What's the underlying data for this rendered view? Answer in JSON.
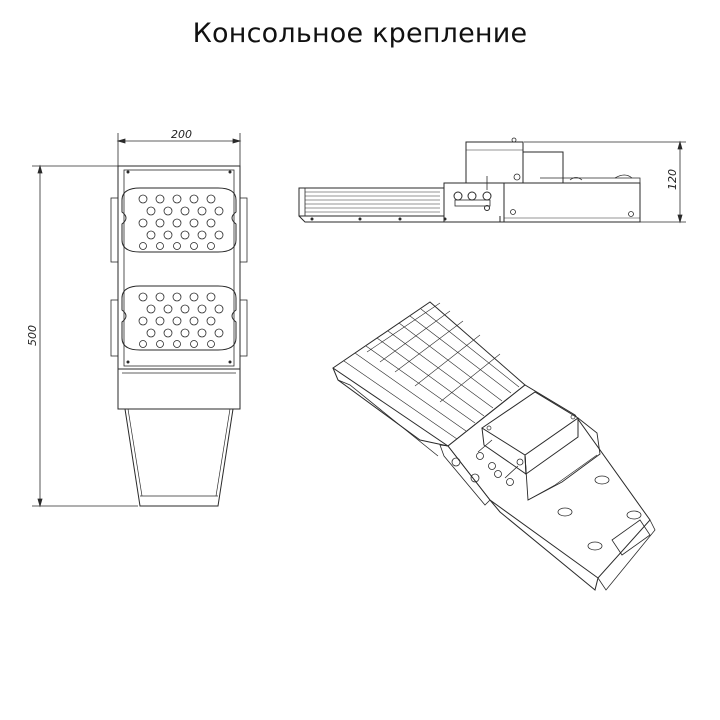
{
  "title": "Консольное крепление",
  "dimensions": {
    "width": "200",
    "length": "500",
    "height": "120"
  },
  "colors": {
    "line": "#2a2a2a",
    "fill": "#ffffff",
    "shade": "#d9d9d9"
  }
}
